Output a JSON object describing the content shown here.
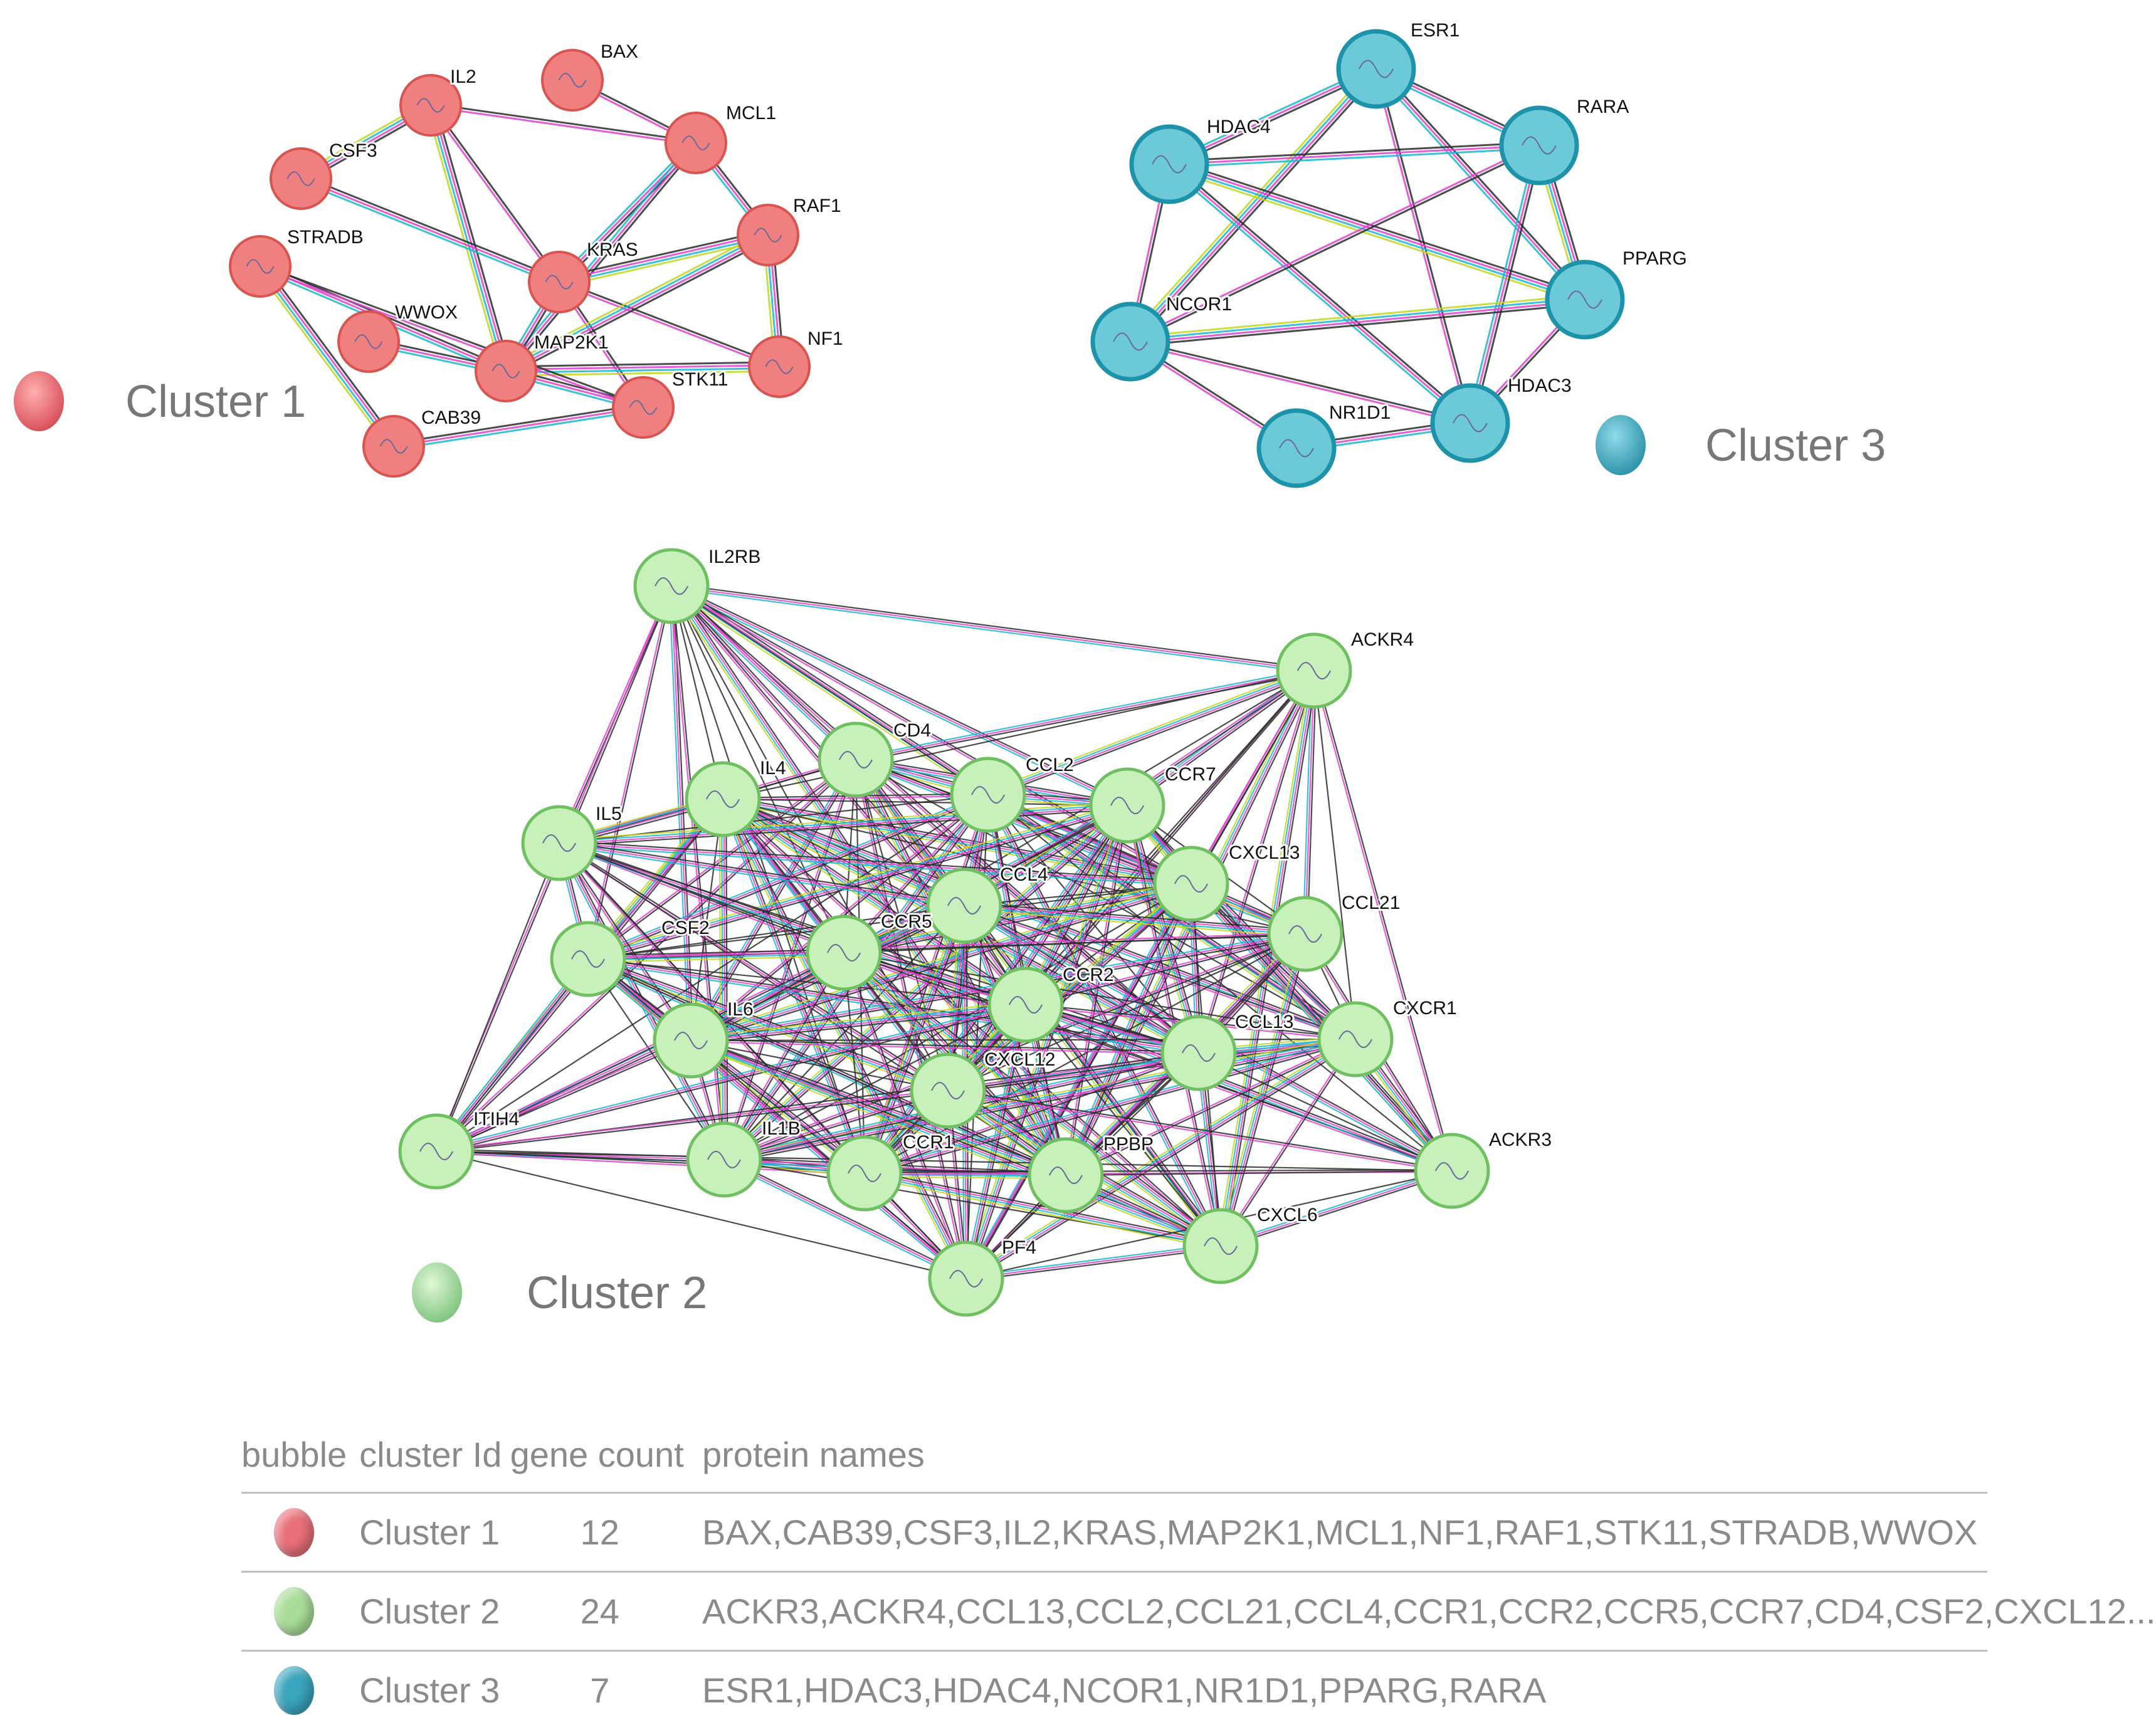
{
  "colors": {
    "cluster1": "#f08080",
    "cluster2": "#b8eaa8",
    "cluster3": "#6ccad8"
  },
  "network": {
    "clusters": [
      {
        "id": "c1",
        "legend": "Cluster 1",
        "nodes": [
          "IL2",
          "BAX",
          "MCL1",
          "CSF3",
          "RAF1",
          "STRADB",
          "KRAS",
          "WWOX",
          "MAP2K1",
          "NF1",
          "STK11",
          "CAB39"
        ],
        "edges": [
          [
            "BAX",
            "MCL1"
          ],
          [
            "IL2",
            "CSF3"
          ],
          [
            "IL2",
            "KRAS"
          ],
          [
            "IL2",
            "MCL1"
          ],
          [
            "IL2",
            "MAP2K1"
          ],
          [
            "CSF3",
            "KRAS"
          ],
          [
            "MCL1",
            "KRAS"
          ],
          [
            "MCL1",
            "RAF1"
          ],
          [
            "MCL1",
            "MAP2K1"
          ],
          [
            "KRAS",
            "RAF1"
          ],
          [
            "KRAS",
            "MAP2K1"
          ],
          [
            "KRAS",
            "STK11"
          ],
          [
            "KRAS",
            "NF1"
          ],
          [
            "RAF1",
            "MAP2K1"
          ],
          [
            "RAF1",
            "NF1"
          ],
          [
            "MAP2K1",
            "NF1"
          ],
          [
            "MAP2K1",
            "STK11"
          ],
          [
            "STRADB",
            "MAP2K1"
          ],
          [
            "STRADB",
            "STK11"
          ],
          [
            "STRADB",
            "CAB39"
          ],
          [
            "WWOX",
            "MAP2K1"
          ],
          [
            "CAB39",
            "STK11"
          ]
        ]
      },
      {
        "id": "c3",
        "legend": "Cluster 3",
        "nodes": [
          "ESR1",
          "HDAC4",
          "RARA",
          "PPARG",
          "NCOR1",
          "HDAC3",
          "NR1D1"
        ],
        "edges": [
          [
            "ESR1",
            "HDAC4"
          ],
          [
            "ESR1",
            "RARA"
          ],
          [
            "ESR1",
            "PPARG"
          ],
          [
            "ESR1",
            "NCOR1"
          ],
          [
            "ESR1",
            "HDAC3"
          ],
          [
            "HDAC4",
            "RARA"
          ],
          [
            "HDAC4",
            "PPARG"
          ],
          [
            "HDAC4",
            "NCOR1"
          ],
          [
            "HDAC4",
            "HDAC3"
          ],
          [
            "RARA",
            "PPARG"
          ],
          [
            "RARA",
            "NCOR1"
          ],
          [
            "RARA",
            "HDAC3"
          ],
          [
            "PPARG",
            "NCOR1"
          ],
          [
            "PPARG",
            "HDAC3"
          ],
          [
            "NCOR1",
            "HDAC3"
          ],
          [
            "NCOR1",
            "NR1D1"
          ],
          [
            "NR1D1",
            "HDAC3"
          ]
        ]
      },
      {
        "id": "c2",
        "legend": "Cluster 2",
        "nodes": [
          "IL2RB",
          "ACKR4",
          "CD4",
          "IL4",
          "CCL2",
          "CCR7",
          "IL5",
          "CXCL13",
          "CCL4",
          "CCL21",
          "CSF2",
          "CCR5",
          "CCR2",
          "CXCR1",
          "IL6",
          "CCL13",
          "CXCL12",
          "ITIH4",
          "IL1B",
          "CCR1",
          "PPBP",
          "ACKR3",
          "CXCL6",
          "PF4"
        ],
        "edges": "dense"
      }
    ]
  },
  "table": {
    "headers": [
      "bubble",
      "cluster Id",
      "gene count",
      "protein names"
    ],
    "rows": [
      {
        "color": "#f08080",
        "cluster": "Cluster 1",
        "count": "12",
        "proteins": "BAX,CAB39,CSF3,IL2,KRAS,MAP2K1,MCL1,NF1,RAF1,STK11,STRADB,WWOX"
      },
      {
        "color": "#b8eaa8",
        "cluster": "Cluster 2",
        "count": "24",
        "proteins": "ACKR3,ACKR4,CCL13,CCL2,CCL21,CCL4,CCR1,CCR2,CCR5,CCR7,CD4,CSF2,CXCL12..."
      },
      {
        "color": "#6ccad8",
        "cluster": "Cluster 3",
        "count": "7",
        "proteins": "ESR1,HDAC3,HDAC4,NCOR1,NR1D1,PPARG,RARA"
      }
    ]
  }
}
